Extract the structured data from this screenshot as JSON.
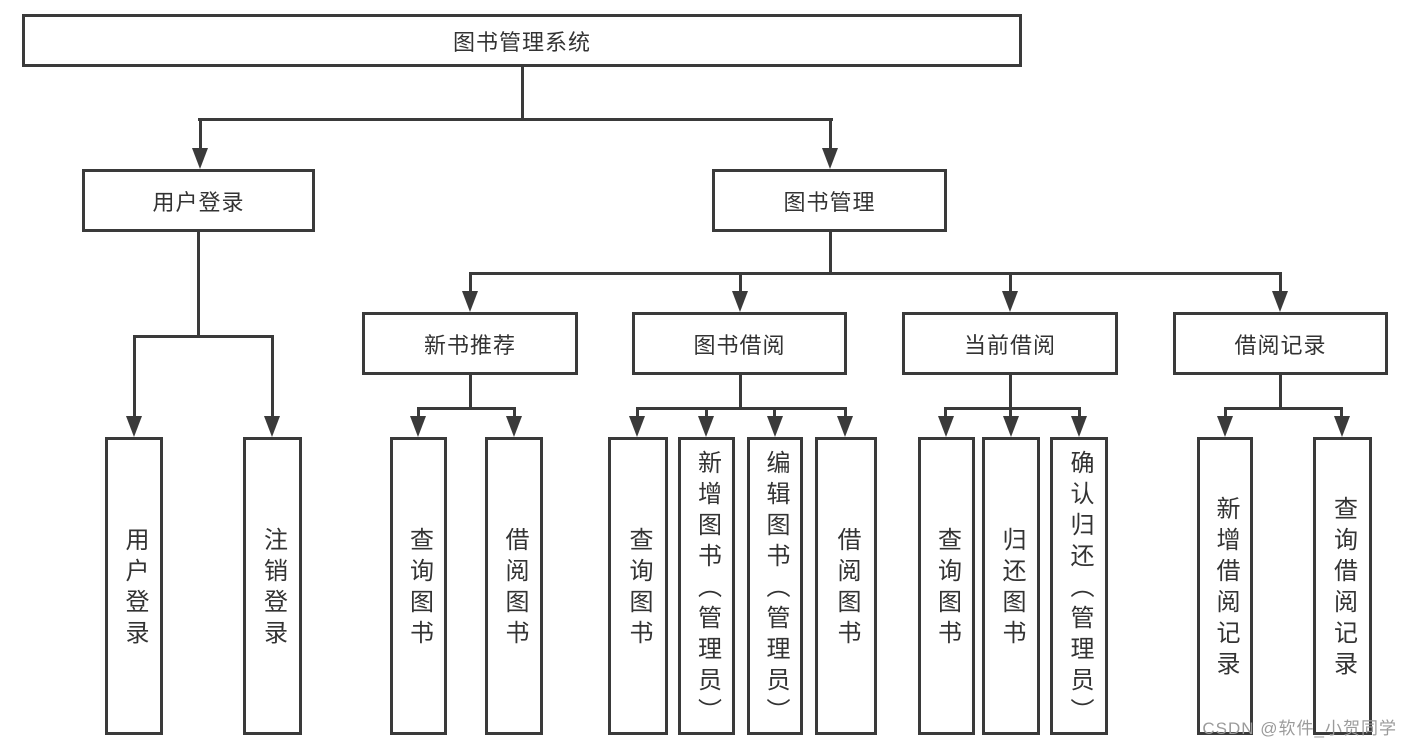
{
  "diagram": {
    "nodes": {
      "root": "图书管理系统",
      "user_login": "用户登录",
      "book_mgmt": "图书管理",
      "new_book_rec": "新书推荐",
      "book_borrow": "图书借阅",
      "current_borrow": "当前借阅",
      "borrow_records": "借阅记录",
      "leaf_user_login": "用户登录",
      "leaf_logout": "注销登录",
      "leaf_rec_query": "查询图书",
      "leaf_rec_borrow": "借阅图书",
      "leaf_bb_query": "查询图书",
      "leaf_bb_add": "新增图书（管理员）",
      "leaf_bb_edit": "编辑图书（管理员）",
      "leaf_bb_borrow": "借阅图书",
      "leaf_cb_query": "查询图书",
      "leaf_cb_return": "归还图书",
      "leaf_cb_confirm": "确认归还（管理员）",
      "leaf_br_add": "新增借阅记录",
      "leaf_br_query": "查询借阅记录"
    },
    "watermark": "CSDN @软件_小贺同学",
    "colors": {
      "line": "#3a3a3a",
      "text": "#333333",
      "watermark": "#9b9b9b",
      "background": "#ffffff"
    }
  }
}
